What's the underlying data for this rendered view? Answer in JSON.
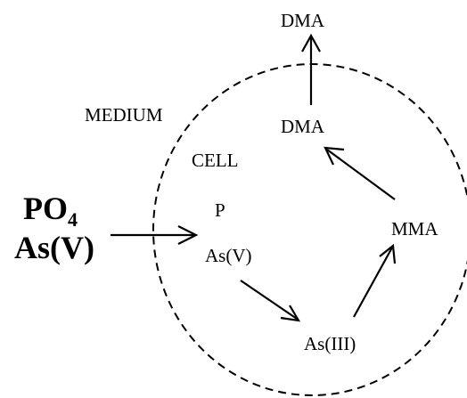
{
  "labels": {
    "dma_top": "DMA",
    "medium": "MEDIUM",
    "dma_cell": "DMA",
    "cell": "CELL",
    "po_main": "PO",
    "po_sub": "4",
    "asv_outside": "As(V)",
    "p_inside": "P",
    "mma": "MMA",
    "asv_inside": "As(V)",
    "as_iii": "As(III)"
  },
  "colors": {
    "ink": "#000000",
    "background": "#ffffff"
  }
}
